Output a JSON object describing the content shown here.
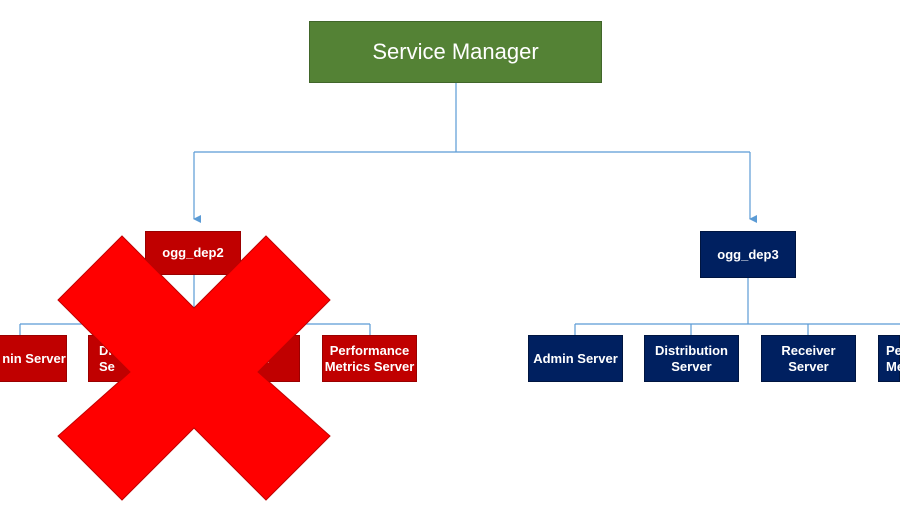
{
  "root": {
    "label": "Service Manager",
    "color": "#548235"
  },
  "deployments": [
    {
      "name": "ogg_dep2",
      "color": "#c00000",
      "crossed_out": true,
      "cross_color": "#ff0000",
      "servers": [
        {
          "label": "Admin Server",
          "visible_text": "nin Server"
        },
        {
          "label": "Distribution Server",
          "visible_text": "Di\nSe"
        },
        {
          "label": "Receiver Server",
          "visible_text": "er"
        },
        {
          "label": "Performance Metrics Server",
          "visible_text": "Performance\nMetrics Server"
        }
      ]
    },
    {
      "name": "ogg_dep3",
      "color": "#002060",
      "crossed_out": false,
      "servers": [
        {
          "label": "Admin Server",
          "visible_text": "Admin Server"
        },
        {
          "label": "Distribution Server",
          "visible_text": "Distribution\nServer"
        },
        {
          "label": "Receiver Server",
          "visible_text": "Receiver\nServer"
        },
        {
          "label": "Performance Metrics Server",
          "visible_text": "Pe\nMe"
        }
      ]
    }
  ],
  "connector_color": "#5b9bd5"
}
